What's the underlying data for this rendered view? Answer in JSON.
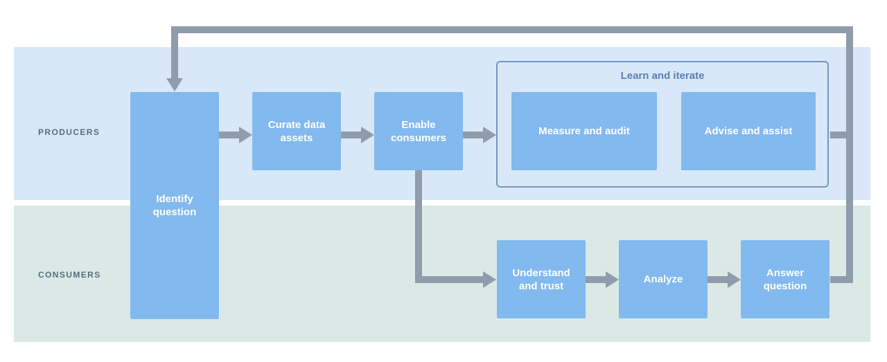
{
  "lanes": {
    "producers": "PRODUCERS",
    "consumers": "CONSUMERS"
  },
  "group": {
    "title": "Learn and iterate"
  },
  "steps": {
    "identify": "Identify question",
    "curate": "Curate data assets",
    "enable": "Enable consumers",
    "measure": "Measure and audit",
    "advise": "Advise and assist",
    "understand": "Understand and trust",
    "analyze": "Analyze",
    "answer": "Answer question"
  },
  "colors": {
    "producers_lane": "#d9e8f9",
    "consumers_lane": "#dbe9e6",
    "box": "#82b9ee",
    "box_text": "#ffffff",
    "arrow": "#8e9cab",
    "group_border": "#6f97c7",
    "group_title": "#5680b4",
    "lane_label": "#5b6b7c"
  },
  "flows": [
    {
      "from": "identify",
      "to": "curate"
    },
    {
      "from": "curate",
      "to": "enable"
    },
    {
      "from": "enable",
      "to": "learn-and-iterate"
    },
    {
      "from": "enable",
      "to": "understand"
    },
    {
      "from": "understand",
      "to": "analyze"
    },
    {
      "from": "analyze",
      "to": "answer"
    },
    {
      "from": "answer",
      "to": "identify"
    },
    {
      "from": "learn-and-iterate",
      "to": "identify"
    }
  ]
}
